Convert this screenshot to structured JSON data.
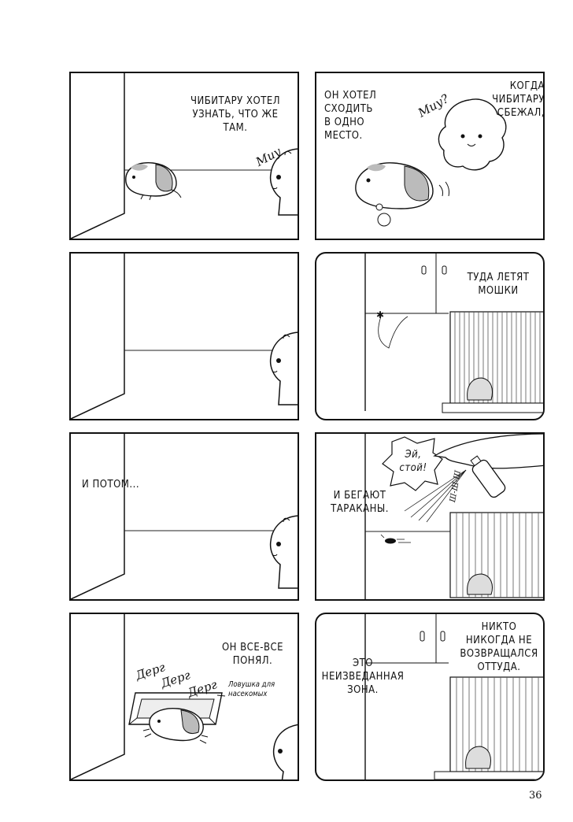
{
  "page_number": "36",
  "left_column": {
    "panel1": {
      "caption": "ЧИБИТАРУ ХОТЕЛ\nУЗНАТЬ, ЧТО ЖЕ\nТАМ.",
      "sfx": "Миу"
    },
    "panel2": {},
    "panel3": {
      "caption": "И ПОТОМ..."
    },
    "panel4": {
      "caption": "ОН ВСЕ-ВСЕ\nПОНЯЛ.",
      "sfx1": "Дерг",
      "sfx2": "Дерг",
      "sfx3": "Дерг",
      "trap_label": "Ловушка для\nнасекомых"
    }
  },
  "right_column": {
    "panel1": {
      "caption_left": "ОН ХОТЕЛ\nСХОДИТЬ\nВ ОДНО\nМЕСТО.",
      "caption_right": "КОГДА\nЧИБИТАРУ\nСБЕЖАЛ,",
      "sfx": "Миу?"
    },
    "panel2": {
      "caption": "ТУДА ЛЕТЯТ\nМОШКИ"
    },
    "panel3": {
      "bubble": "Эй,\nстой!",
      "caption": "И БЕГАЮТ\nТАРАКАНЫ.",
      "sfx": "Ш-Ш-Ш"
    },
    "panel4": {
      "caption_left": "ЭТО\nНЕИЗВЕДАННАЯ\nЗОНА.",
      "caption_right": "НИКТО\nНИКОГДА НЕ\nВОЗВРАЩАЛСЯ\nОТТУДА."
    }
  }
}
